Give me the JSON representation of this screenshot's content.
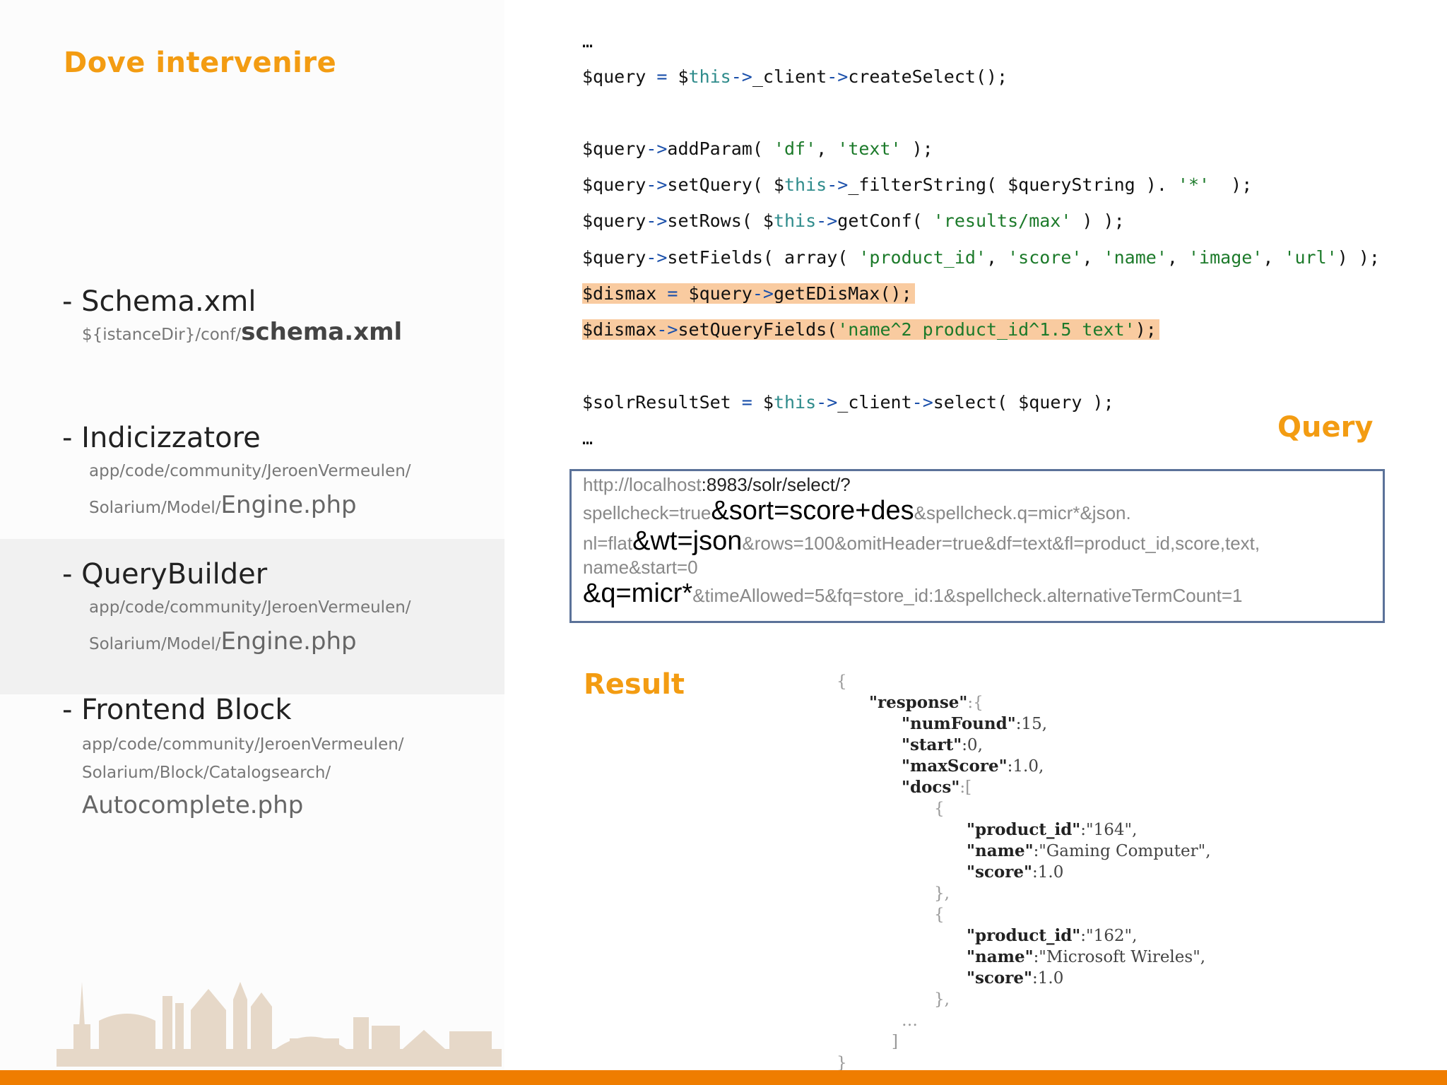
{
  "sidebar": {
    "title": "Dove intervenire",
    "sections": [
      {
        "heading": "- Schema.xml",
        "lines": [
          [
            "${istanceDir}/conf/",
            "schema.xml"
          ]
        ]
      },
      {
        "heading": "- Indicizzatore",
        "lines": [
          [
            "app/code/community/JeroenVermeulen/",
            ""
          ],
          [
            "Solarium/Model/",
            "Engine.php"
          ]
        ]
      },
      {
        "heading": "- QueryBuilder",
        "lines": [
          [
            "app/code/community/JeroenVermeulen/",
            ""
          ],
          [
            "Solarium/Model/",
            "Engine.php"
          ]
        ]
      },
      {
        "heading": "- Frontend Block",
        "lines": [
          [
            "app/code/community/JeroenVermeulen/",
            ""
          ],
          [
            "Solarium/Block/Catalogsearch/",
            ""
          ],
          [
            "",
            "Autocomplete.php"
          ]
        ]
      }
    ]
  },
  "code": {
    "ellipsis_top": "…",
    "ellipsis_bottom": "…"
  },
  "query_label": "Query",
  "url": {
    "l1a": "http://localhost",
    "l1b": ":8983/solr/select/?",
    "l2a": "spellcheck=true",
    "l2b": "&sort=score+des",
    "l2c": "&spellcheck.q=micr*&json.",
    "l3a": "nl=flat",
    "l3b": "&wt=json",
    "l3c": "&rows=100&omitHeader=true&df=text&fl=product_id,score,text,",
    "l4": "name&start=0",
    "l5a": "&q=micr*",
    "l5b": "&timeAllowed=5&fq=store_id:1&spellcheck.alternativeTermCount=1"
  },
  "result_label": "Result",
  "json_result": {
    "open": "{",
    "response_key": "\"response\"",
    "numFound_key": "\"numFound\"",
    "numFound_val": ":15,",
    "start_key": "\"start\"",
    "start_val": ":0,",
    "maxScore_key": "\"maxScore\"",
    "maxScore_val": ":1.0,",
    "docs_key": "\"docs\"",
    "docs": [
      {
        "pid_key": "\"product_id\"",
        "pid_val": ":\"164\",",
        "name_key": "\"name\"",
        "name_val": ":\"Gaming Computer\",",
        "score_key": "\"score\"",
        "score_val": ":1.0"
      },
      {
        "pid_key": "\"product_id\"",
        "pid_val": ":\"162\",",
        "name_key": "\"name\"",
        "name_val": ":\"Microsoft Wireles\",",
        "score_key": "\"score\"",
        "score_val": ":1.0"
      }
    ],
    "ellipsis": "…",
    "close_arr": "]",
    "close": "}"
  },
  "colors": {
    "accent": "#f39c12",
    "bar": "#ef7d00",
    "highlight": "#f9cba0",
    "box_border": "#5b7299"
  }
}
